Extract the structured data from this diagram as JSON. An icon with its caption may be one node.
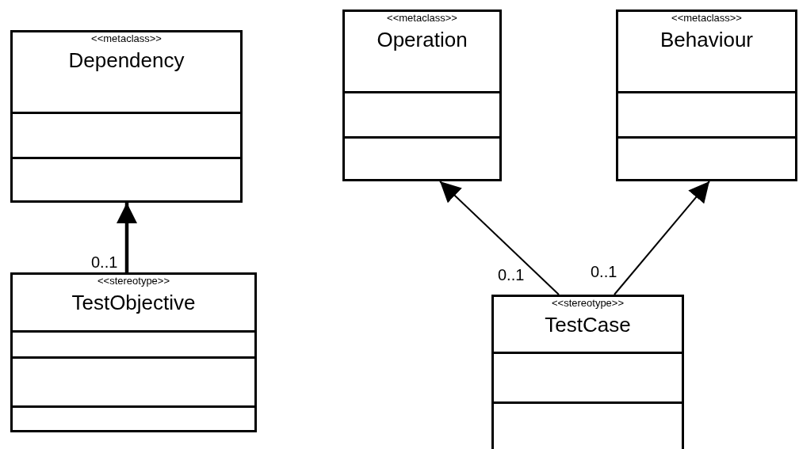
{
  "diagram": {
    "nodes": [
      {
        "text": [
          "<<metaclass>>",
          "Dependency"
        ]
      },
      {
        "text": [
          "<<metaclass>>",
          "Operation"
        ]
      },
      {
        "text": [
          "<<metaclass>>",
          "Behaviour"
        ]
      },
      {
        "text": [
          "<<stereotype>>",
          "TestObjective"
        ]
      },
      {
        "text": [
          "<<stereotype>>",
          "TestCase"
        ]
      }
    ],
    "edges": [
      {
        "from": 3,
        "to": 0,
        "arrow": "to",
        "label": "0..1",
        "style": "thick"
      },
      {
        "from": 4,
        "to": 1,
        "arrow": "to",
        "label": "0..1"
      },
      {
        "from": 4,
        "to": 2,
        "arrow": "to",
        "label": "0..1"
      }
    ]
  }
}
